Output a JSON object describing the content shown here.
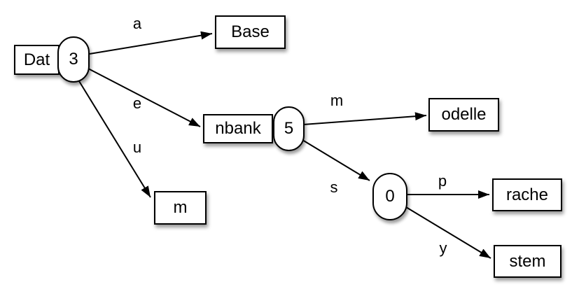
{
  "diagram": {
    "kind": "trie",
    "colors": {
      "background": "#ffffff",
      "node_fill": "#ffffff",
      "stroke": "#000000",
      "shadow": "rgba(0,0,0,0.40)"
    },
    "nodes": {
      "dat": {
        "label": "Dat",
        "shape": "rect"
      },
      "n3": {
        "label": "3",
        "shape": "stadium"
      },
      "base": {
        "label": "Base",
        "shape": "rect"
      },
      "nbank": {
        "label": "nbank",
        "shape": "rect"
      },
      "n5": {
        "label": "5",
        "shape": "stadium"
      },
      "m": {
        "label": "m",
        "shape": "rect"
      },
      "odelle": {
        "label": "odelle",
        "shape": "rect"
      },
      "n0": {
        "label": "0",
        "shape": "stadium"
      },
      "rache": {
        "label": "rache",
        "shape": "rect"
      },
      "stem": {
        "label": "stem",
        "shape": "rect"
      }
    },
    "edges": [
      {
        "label": "a",
        "from": "n3",
        "to": "base"
      },
      {
        "label": "e",
        "from": "n3",
        "to": "nbank"
      },
      {
        "label": "u",
        "from": "n3",
        "to": "m"
      },
      {
        "label": "m",
        "from": "n5",
        "to": "odelle"
      },
      {
        "label": "s",
        "from": "n5",
        "to": "n0"
      },
      {
        "label": "p",
        "from": "n0",
        "to": "rache"
      },
      {
        "label": "y",
        "from": "n0",
        "to": "stem"
      }
    ]
  }
}
